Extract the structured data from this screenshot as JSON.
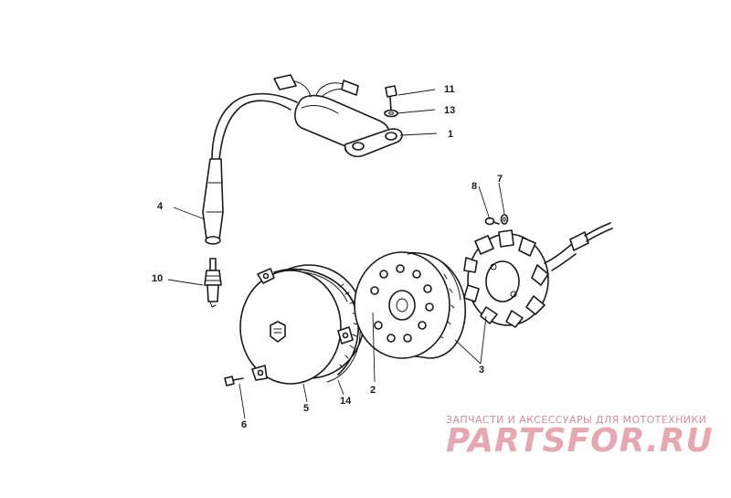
{
  "diagram": {
    "callouts": {
      "c1": "1",
      "c2": "2",
      "c3": "3",
      "c4": "4",
      "c5": "5",
      "c6": "6",
      "c7": "7",
      "c8": "8",
      "c10": "10",
      "c11": "11",
      "c13": "13",
      "c14": "14"
    }
  },
  "watermark": {
    "tagline": "ЗАПЧАСТИ И АКСЕССУАРЫ ДЛЯ МОТОТЕХНИКИ",
    "logo": "PARTSFOR.RU",
    "color": "#e39aa5"
  }
}
